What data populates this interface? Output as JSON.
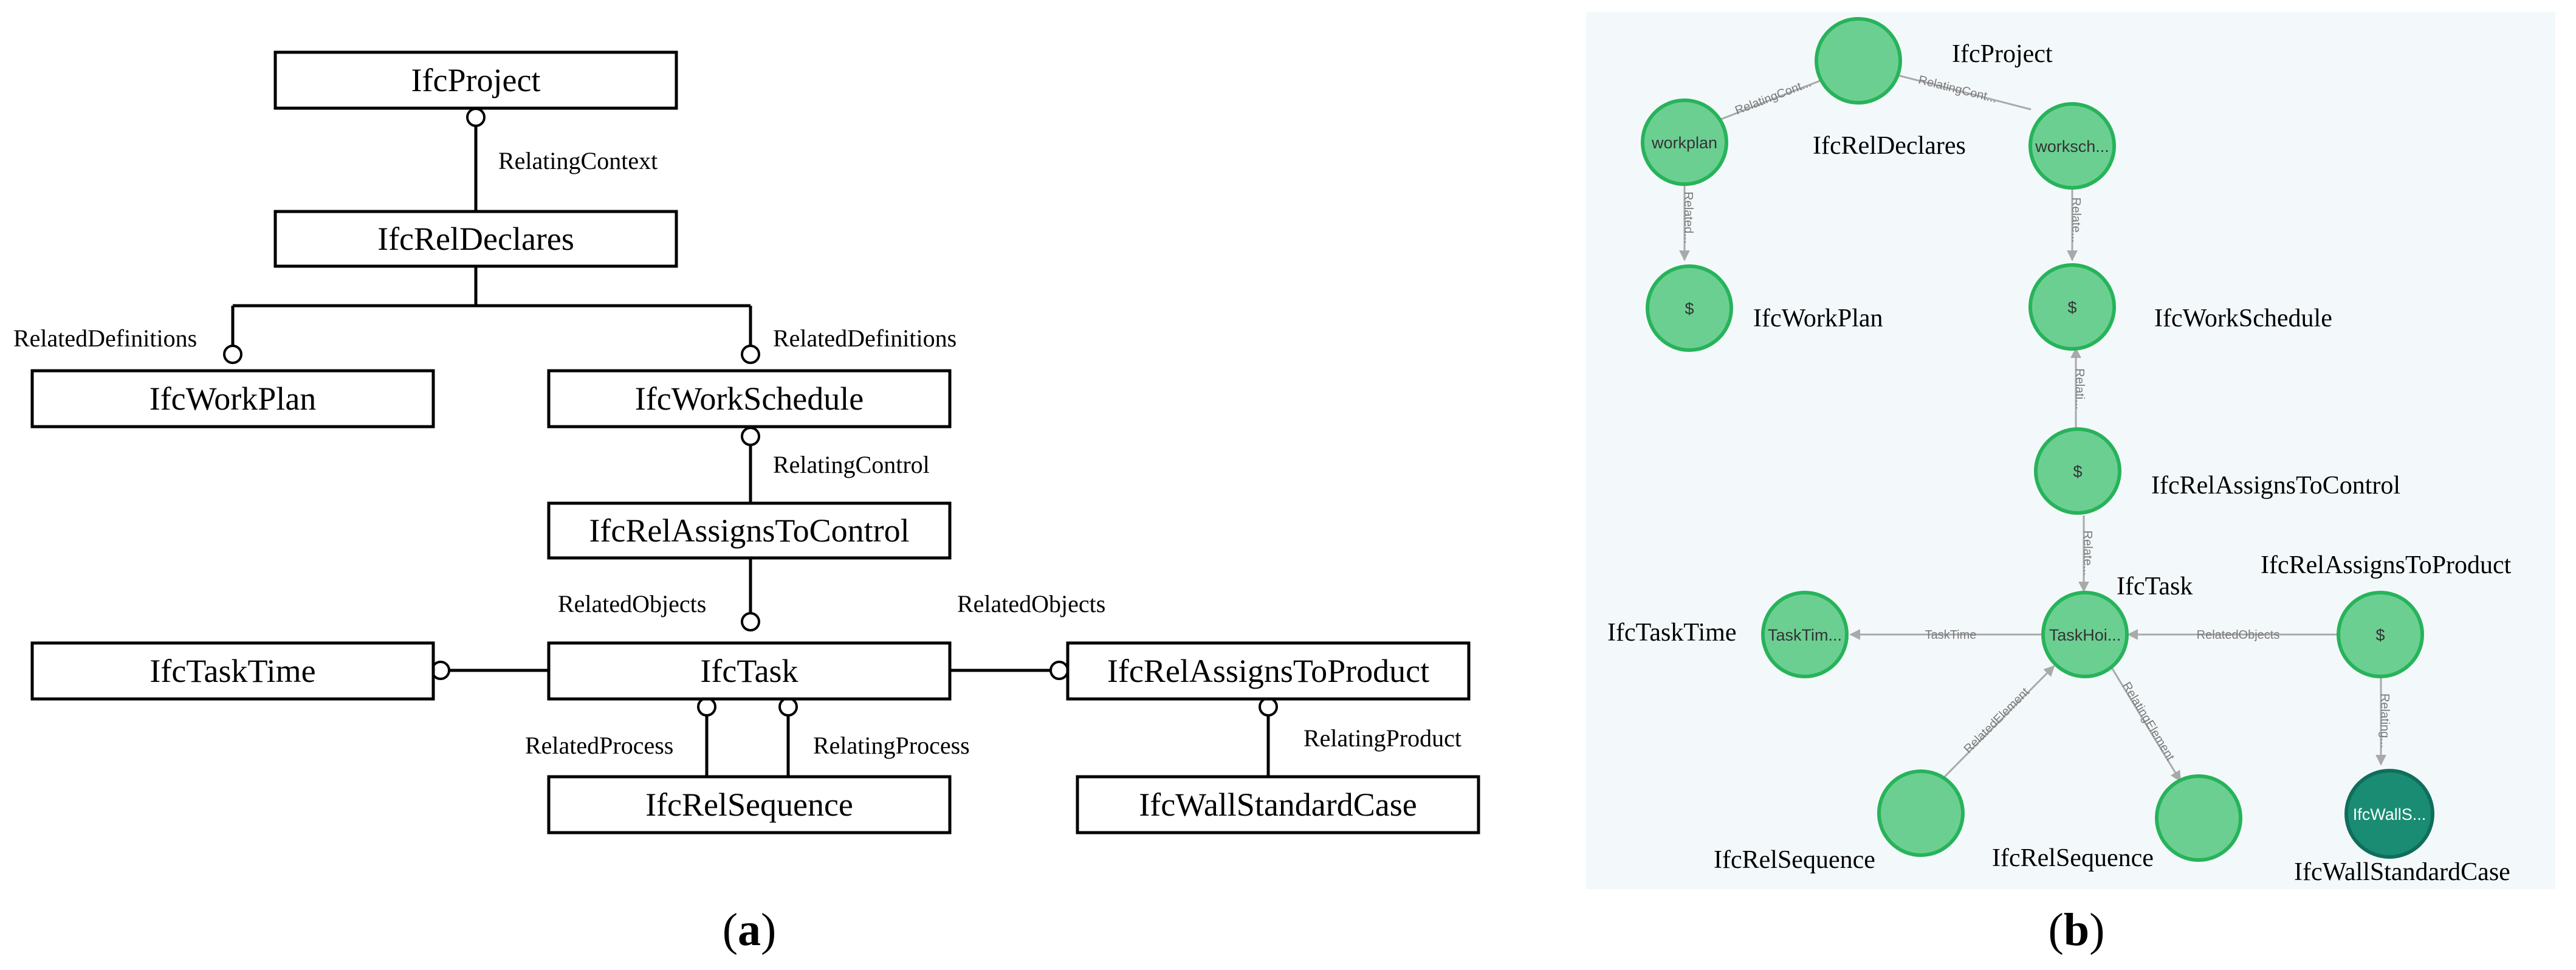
{
  "panel_a": {
    "entities": {
      "project": "IfcProject",
      "rel_declares": "IfcRelDeclares",
      "work_plan": "IfcWorkPlan",
      "work_schedule": "IfcWorkSchedule",
      "rel_assigns_to_control": "IfcRelAssignsToControl",
      "task": "IfcTask",
      "task_time": "IfcTaskTime",
      "rel_assigns_to_product": "IfcRelAssignsToProduct",
      "rel_sequence": "IfcRelSequence",
      "wall_standard_case": "IfcWallStandardCase"
    },
    "relations": {
      "relating_context": "RelatingContext",
      "related_definitions_left": "RelatedDefinitions",
      "related_definitions_right": "RelatedDefinitions",
      "relating_control": "RelatingControl",
      "related_objects_left": "RelatedObjects",
      "related_objects_right": "RelatedObjects",
      "related_process": "RelatedProcess",
      "relating_process": "RelatingProcess",
      "relating_product": "RelatingProduct"
    },
    "caption": {
      "open": "(",
      "letter": "a",
      "close": ")"
    }
  },
  "panel_b": {
    "background": "#f3f9fb",
    "node_color": "#6ccf92",
    "node_border": "#27b35a",
    "dark_node_color": "#1a8c74",
    "dark_node_border": "#0f6e5b",
    "edge_color": "#a9a9a9",
    "labels": {
      "project": "IfcProject",
      "rel_declares": "IfcRelDeclares",
      "work_plan": "IfcWorkPlan",
      "work_schedule": "IfcWorkSchedule",
      "rel_assigns_to_control": "IfcRelAssignsToControl",
      "task": "IfcTask",
      "rel_assigns_to_product": "IfcRelAssignsToProduct",
      "task_time": "IfcTaskTime",
      "rel_sequence_left": "IfcRelSequence",
      "rel_sequence_right": "IfcRelSequence",
      "wall_standard_case": "IfcWallStandardCase"
    },
    "node_text": {
      "workplan": "workplan",
      "worksched": "worksch...",
      "plan_dollar": "$",
      "schedule_dollar": "$",
      "control_dollar": "$",
      "task": "TaskHoi...",
      "task_time": "TaskTim...",
      "product_dollar": "$",
      "wall": "IfcWallS..."
    },
    "edge_text": {
      "relating_cont_left": "RelatingCont...",
      "relating_cont_right": "RelatingCont...",
      "related_left": "Related...",
      "relate_right": "Relate...",
      "relati": "Relati...",
      "relate_task": "Relate...",
      "task_time": "TaskTime",
      "related_objects": "RelatedObjects",
      "related_element": "RelatedElement",
      "relating_element": "RelatingElement",
      "relating_product": "Relating..."
    },
    "caption": {
      "open": "(",
      "letter": "b",
      "close": ")"
    }
  }
}
